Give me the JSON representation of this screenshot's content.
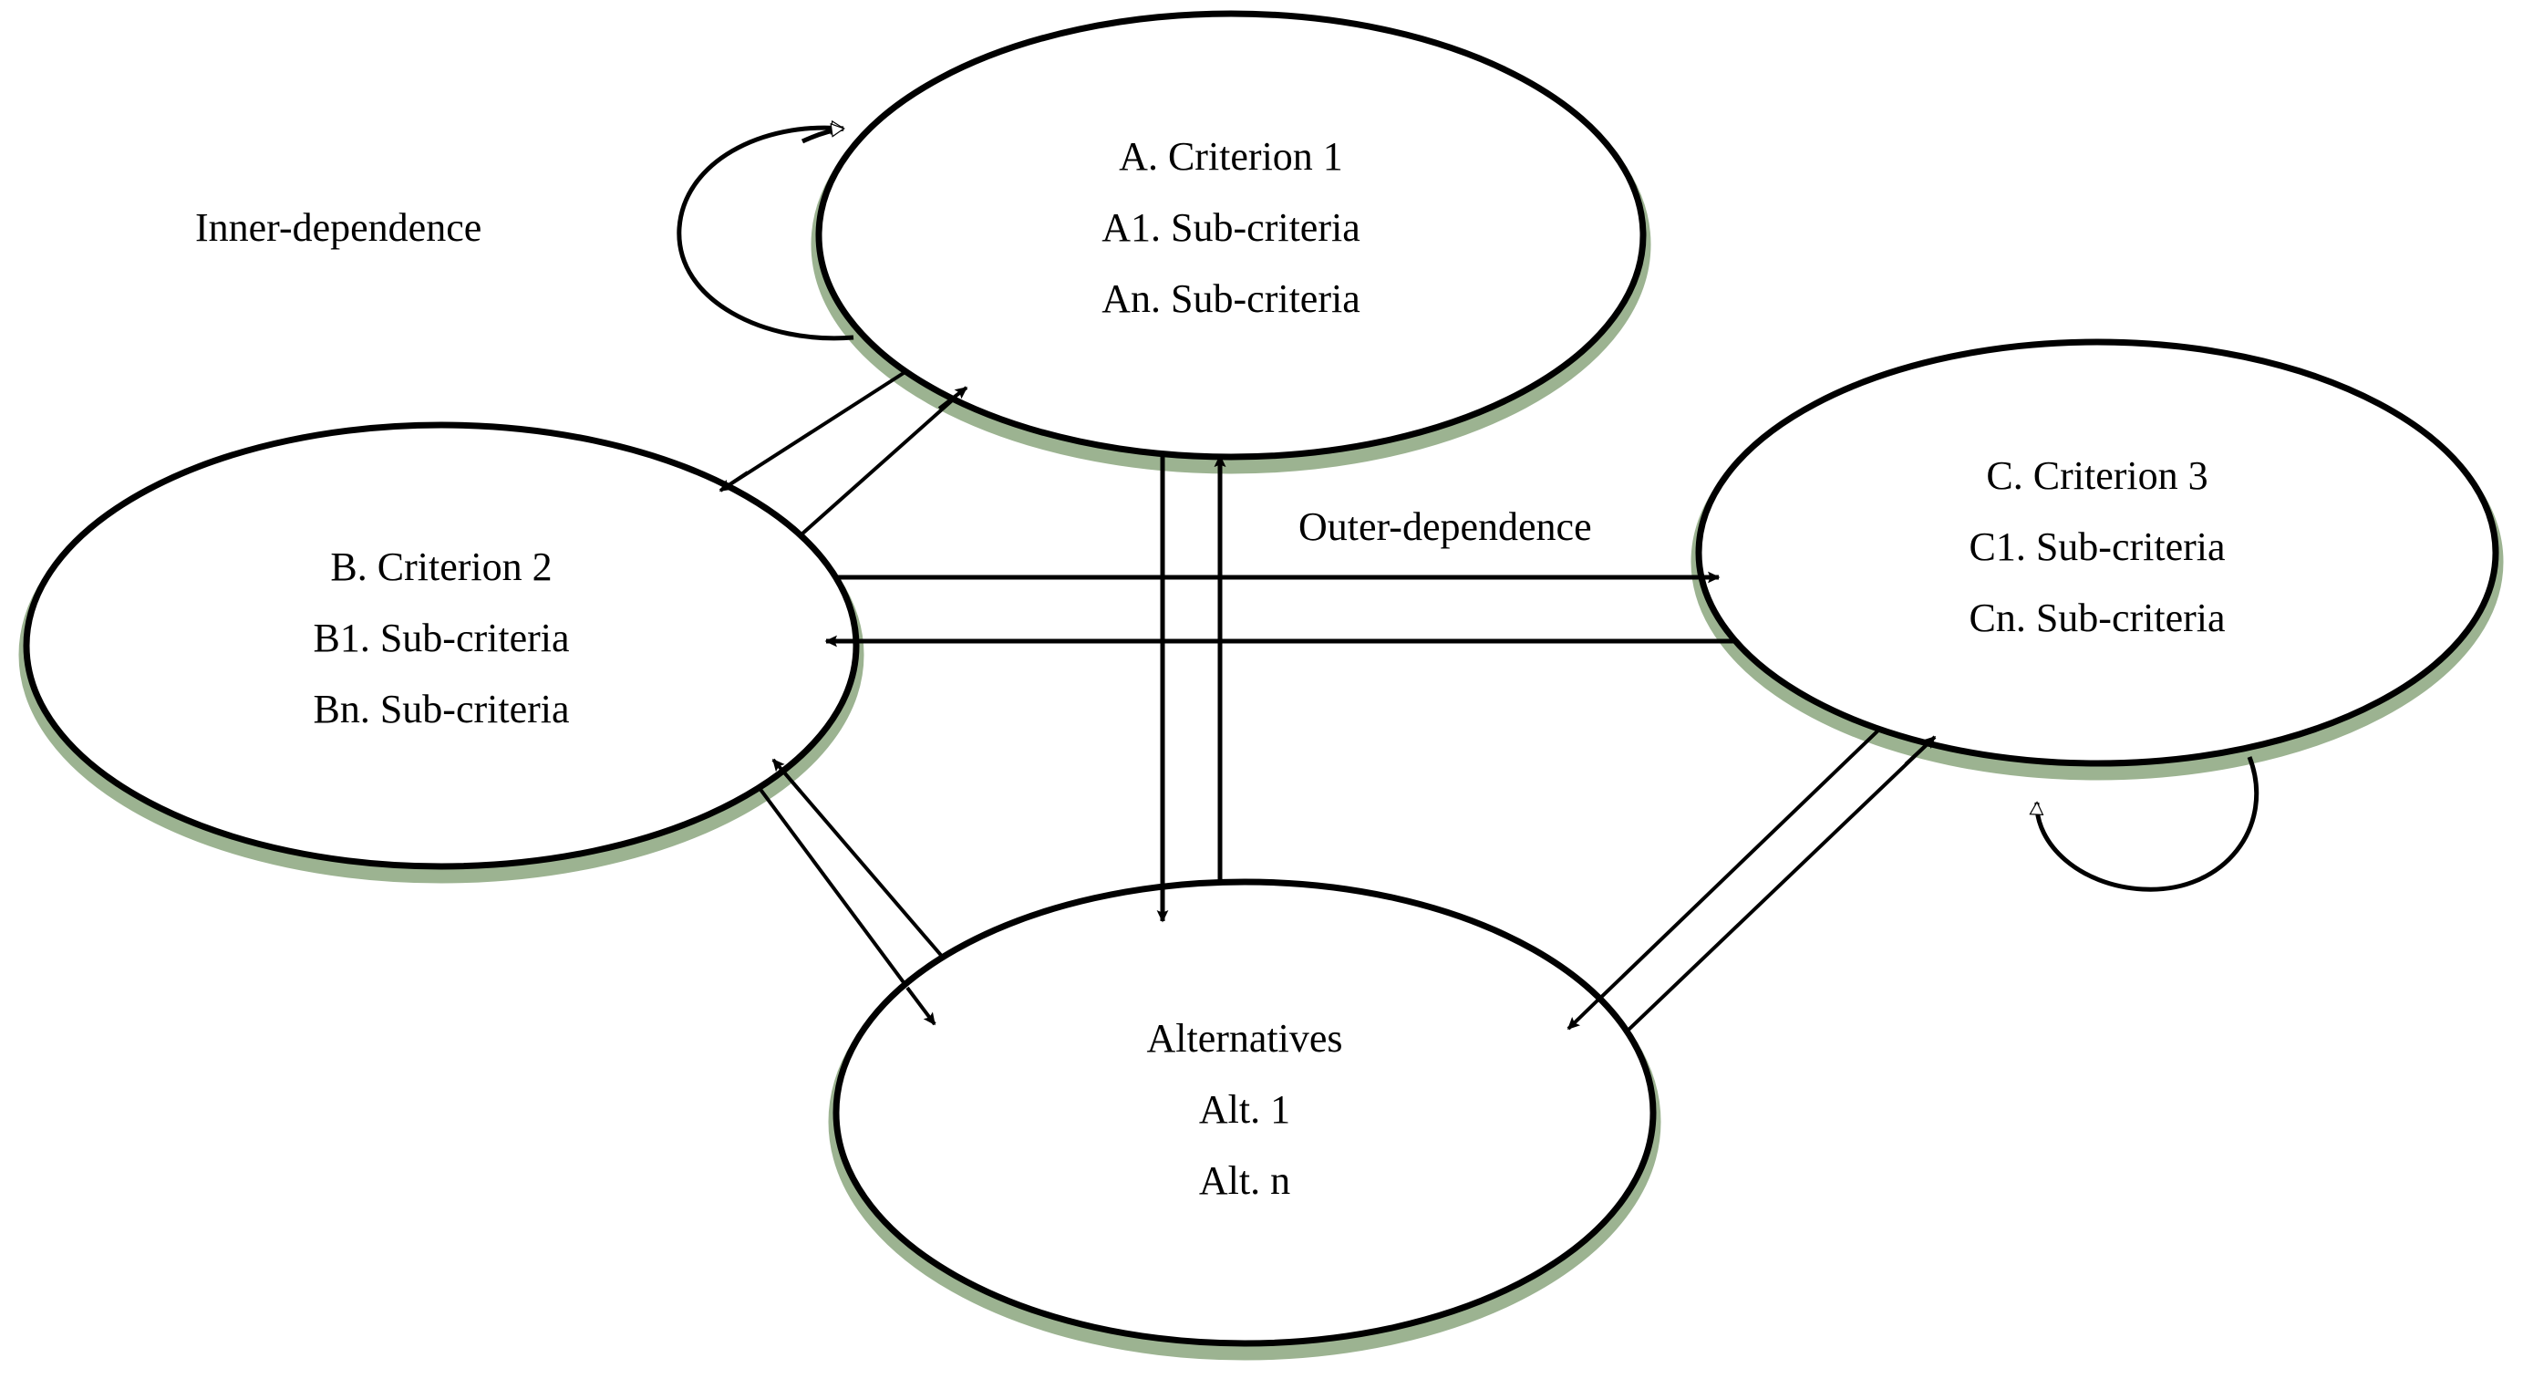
{
  "diagram": {
    "type": "ANP network structure",
    "colors": {
      "stroke": "#000000",
      "shadow": "#9cb391",
      "fill": "#ffffff",
      "text": "#000000"
    },
    "nodes": [
      {
        "id": "A",
        "name": "criterion-1",
        "title": "A.  Criterion  1",
        "sub1": "A1. Sub-criteria",
        "subn": "An. Sub-criteria"
      },
      {
        "id": "B",
        "name": "criterion-2",
        "title": "B.  Criterion  2",
        "sub1": "B1.  Sub-criteria",
        "subn": "Bn.  Sub-criteria"
      },
      {
        "id": "C",
        "name": "criterion-3",
        "title": "C.  Criterion  3",
        "sub1": "C1.  Sub-criteria",
        "subn": "Cn.  Sub-criteria"
      },
      {
        "id": "ALT",
        "name": "alternatives",
        "title": "Alternatives",
        "sub1": "Alt. 1",
        "subn": "Alt. n"
      }
    ],
    "edge_labels": {
      "inner_dependence": "Inner-dependence",
      "outer_dependence": "Outer-dependence"
    },
    "edges": [
      {
        "from": "A",
        "to": "A",
        "kind": "self-loop",
        "label": "Inner-dependence"
      },
      {
        "from": "C",
        "to": "C",
        "kind": "self-loop",
        "label": ""
      },
      {
        "from": "B",
        "to": "A",
        "kind": "directed",
        "label": ""
      },
      {
        "from": "A",
        "to": "B",
        "kind": "directed",
        "label": ""
      },
      {
        "from": "B",
        "to": "C",
        "kind": "directed",
        "label": "Outer-dependence"
      },
      {
        "from": "C",
        "to": "B",
        "kind": "directed",
        "label": ""
      },
      {
        "from": "A",
        "to": "ALT",
        "kind": "directed",
        "label": ""
      },
      {
        "from": "ALT",
        "to": "A",
        "kind": "directed",
        "label": ""
      },
      {
        "from": "B",
        "to": "ALT",
        "kind": "directed",
        "label": ""
      },
      {
        "from": "ALT",
        "to": "B",
        "kind": "directed",
        "label": ""
      },
      {
        "from": "C",
        "to": "ALT",
        "kind": "directed",
        "label": ""
      },
      {
        "from": "ALT",
        "to": "C",
        "kind": "directed",
        "label": ""
      }
    ]
  }
}
